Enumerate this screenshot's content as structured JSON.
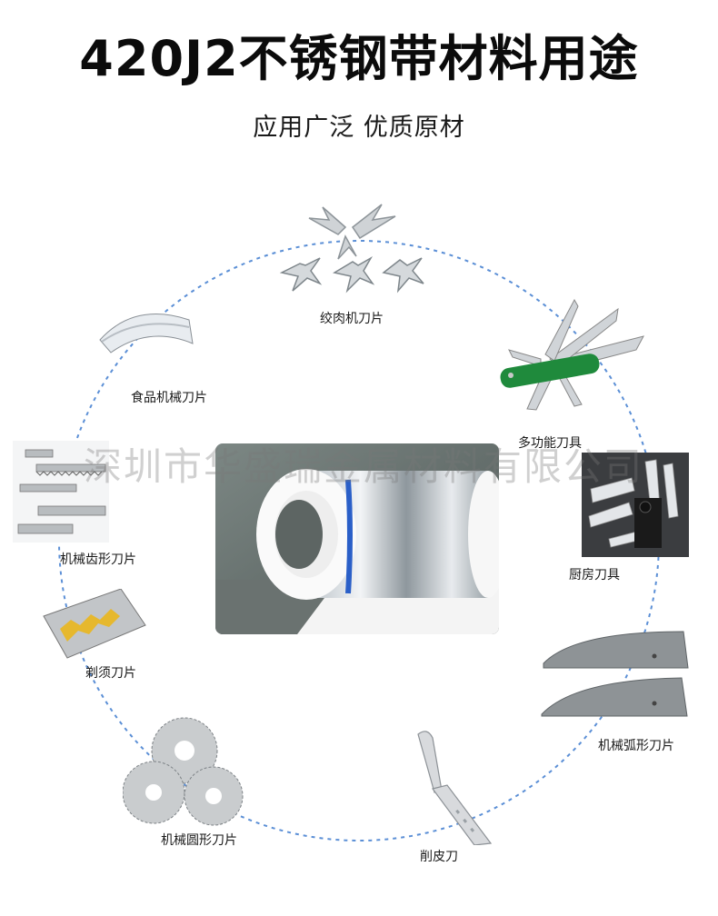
{
  "header": {
    "title": "420J2不锈钢带材料用途",
    "subtitle": "应用广泛 优质原材"
  },
  "watermark": "深圳市华盛瑞金属材料有限公司",
  "applications": [
    {
      "label": "绞肉机刀片",
      "icon": "meat-grinder-blade-icon"
    },
    {
      "label": "多功能刀具",
      "icon": "multi-tool-knife-icon"
    },
    {
      "label": "厨房刀具",
      "icon": "kitchen-knife-set-icon"
    },
    {
      "label": "机械弧形刀片",
      "icon": "arc-blade-icon"
    },
    {
      "label": "削皮刀",
      "icon": "peeler-icon"
    },
    {
      "label": "机械圆形刀片",
      "icon": "circular-saw-blade-icon"
    },
    {
      "label": "剃须刀片",
      "icon": "razor-blade-icon"
    },
    {
      "label": "机械齿形刀片",
      "icon": "serrated-blade-icon"
    },
    {
      "label": "食品机械刀片",
      "icon": "food-machine-blade-icon"
    }
  ],
  "colors": {
    "dashed_circle": "#5b8fd6",
    "title": "#0b0b0b"
  }
}
